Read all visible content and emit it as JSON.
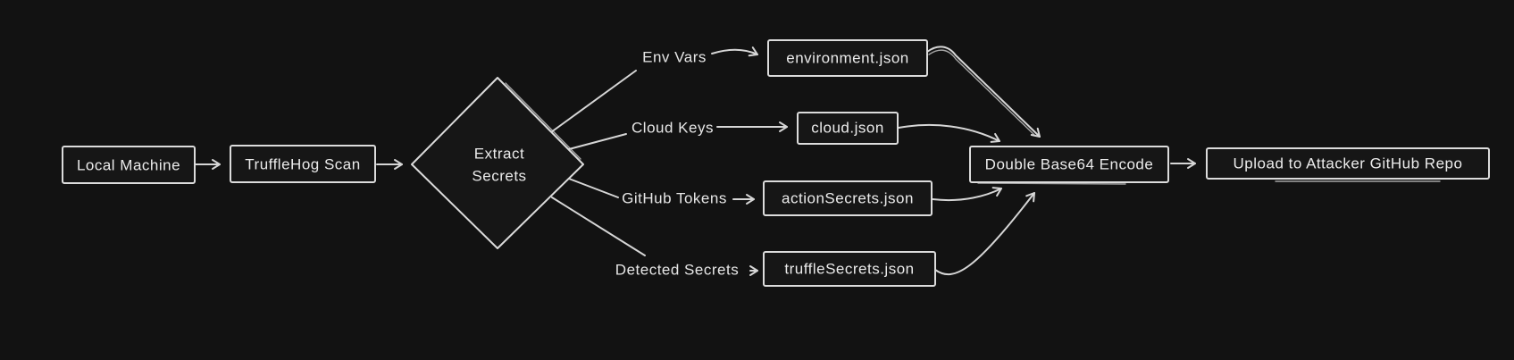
{
  "colors": {
    "background": "#121212",
    "stroke": "#dcdcdc",
    "text": "#ebebeb"
  },
  "nodes": {
    "local_machine": "Local Machine",
    "trufflehog_scan": "TruffleHog Scan",
    "extract_secrets_line1": "Extract",
    "extract_secrets_line2": "Secrets",
    "environment_json": "environment.json",
    "cloud_json": "cloud.json",
    "action_secrets_json": "actionSecrets.json",
    "truffle_secrets_json": "truffleSecrets.json",
    "double_base64_encode": "Double Base64 Encode",
    "upload_attacker_repo": "Upload to Attacker GitHub Repo"
  },
  "edge_labels": {
    "env_vars": "Env Vars",
    "cloud_keys": "Cloud Keys",
    "github_tokens": "GitHub Tokens",
    "detected_secrets": "Detected Secrets"
  }
}
